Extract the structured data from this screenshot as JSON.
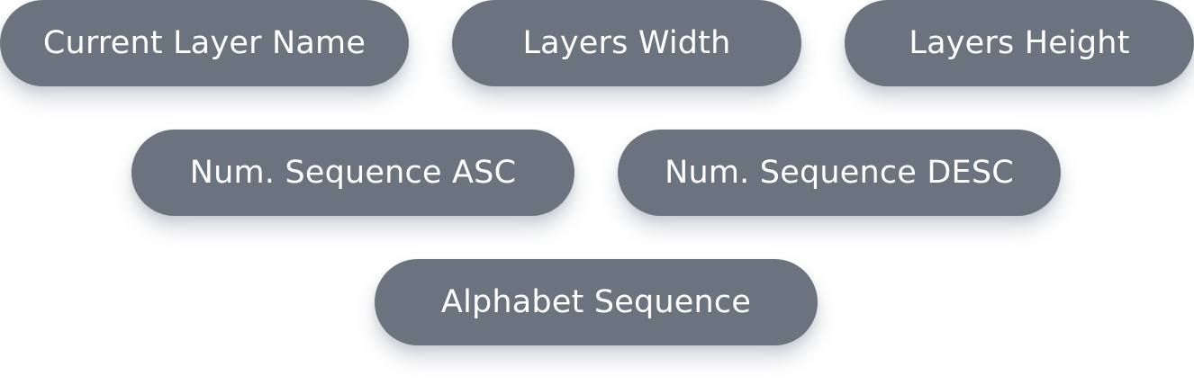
{
  "buttons": {
    "current_layer_name": "Current Layer Name",
    "layers_width": "Layers Width",
    "layers_height": "Layers Height",
    "num_sequence_asc": "Num. Sequence ASC",
    "num_sequence_desc": "Num. Sequence DESC",
    "alphabet_sequence": "Alphabet Sequence"
  },
  "colors": {
    "pill_background": "#6a737e",
    "pill_text": "#ffffff"
  }
}
